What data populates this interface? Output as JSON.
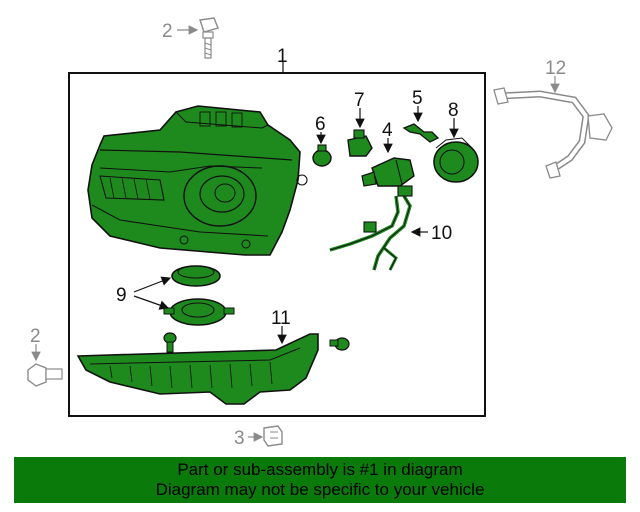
{
  "callouts": {
    "c1": "1",
    "c2_top": "2",
    "c2_left": "2",
    "c3": "3",
    "c4": "4",
    "c5": "5",
    "c6": "6",
    "c7": "7",
    "c8": "8",
    "c9": "9",
    "c10": "10",
    "c11": "11",
    "c12": "12"
  },
  "banner": {
    "line1": "Part or sub-assembly is #1 in diagram",
    "line2": "Diagram may not be specific to your vehicle"
  },
  "colors": {
    "highlight_green": "#1e8a1e",
    "banner_green": "#0a7a0a",
    "outline": "#111111",
    "muted": "#8a8a8a"
  }
}
